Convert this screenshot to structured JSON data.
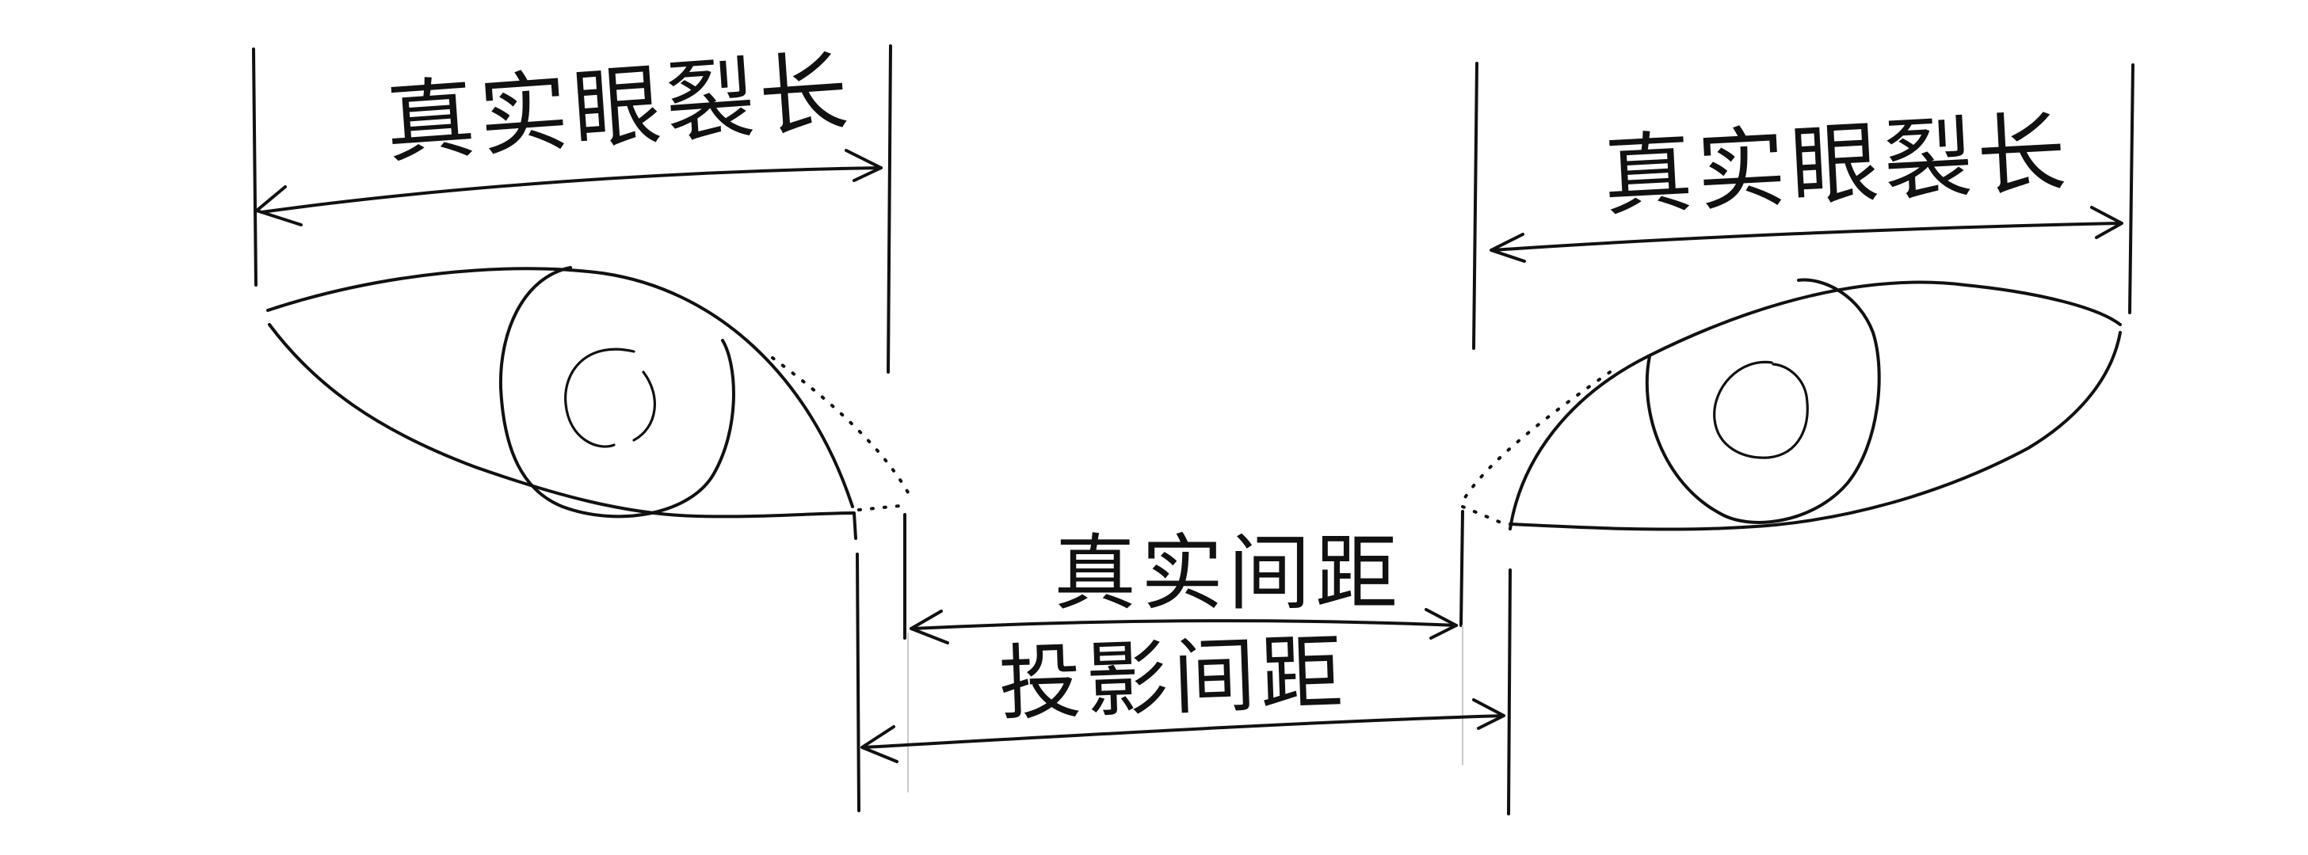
{
  "labels": {
    "left_eye_length": "真实眼裂长",
    "right_eye_length": "真实眼裂长",
    "true_distance": "真实间距",
    "projected_distance": "投影间距"
  },
  "colors": {
    "ink": "#111111",
    "background": "#ffffff",
    "faint_guide": "#c9c9c9"
  }
}
